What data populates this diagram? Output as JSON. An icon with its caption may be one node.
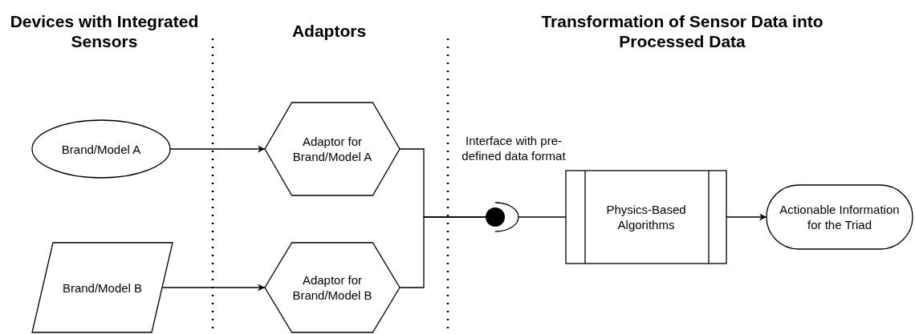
{
  "diagram": {
    "nodes": [
      {
        "text": [
          "Brand/Model A"
        ]
      },
      {
        "text": [
          "Brand/Model B"
        ]
      },
      {
        "text": [
          "Adaptor for Brand/Model A"
        ]
      },
      {
        "text": [
          "Adaptor for Brand/Model B"
        ]
      },
      {
        "text": [],
        "shape": "circle"
      },
      {
        "text": [
          "Physics-Based Algorithms"
        ]
      },
      {
        "text": [
          "Actionable Information for the Triad"
        ]
      }
    ],
    "edges": [
      {
        "from": 0,
        "to": 2,
        "arrow": "to"
      },
      {
        "from": 1,
        "to": 3,
        "arrow": "to"
      },
      {
        "from": 2,
        "to": 4,
        "arrow": "none"
      },
      {
        "from": 3,
        "to": 4,
        "arrow": "none"
      },
      {
        "from": 4,
        "to": 5,
        "arrow": "none"
      },
      {
        "from": 5,
        "to": 6,
        "arrow": "to"
      }
    ],
    "labels": [
      "Devices with Integrated Sensors",
      "Adaptors",
      "Transformation of Sensor Data into Processed Data",
      "Interface with pre-defined data format"
    ]
  }
}
